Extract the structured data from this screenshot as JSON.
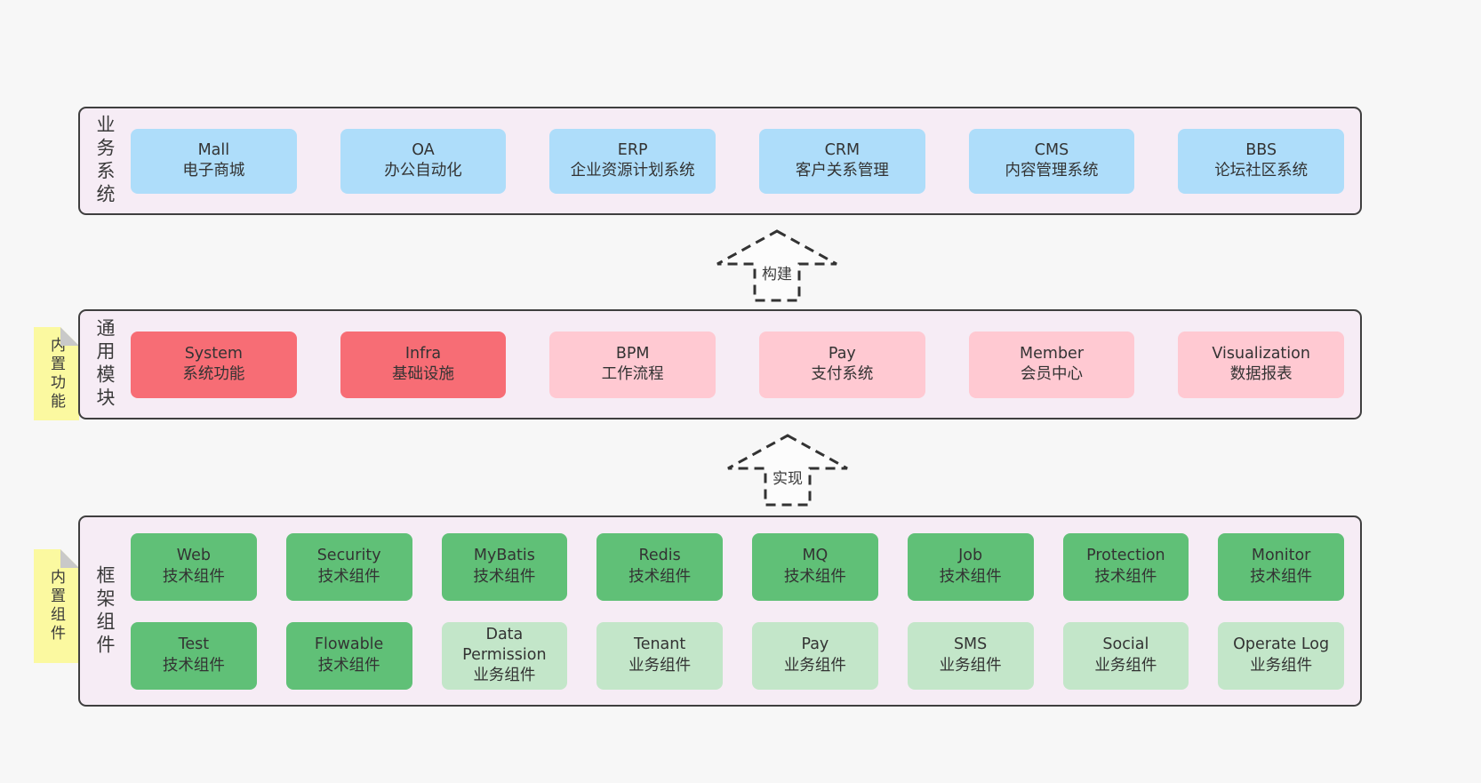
{
  "colors": {
    "page_bg": "#f7f7f7",
    "panel_bg": "#f6ecf5",
    "panel_border": "#3f3f3f",
    "ink": "#3a3a3a",
    "blue": "#aeddfa",
    "red": "#f76d75",
    "pink": "#ffc9d2",
    "green": "#60c077",
    "green_light": "#c3e6c9",
    "yellow": "#fbf9a0",
    "fold": "#c9c9c9",
    "arrow_fill": "#fcfcfc"
  },
  "arrows": [
    {
      "label": "构建"
    },
    {
      "label": "实现"
    }
  ],
  "sections": [
    {
      "id": "business-systems",
      "side_label": "业务系统",
      "note": null,
      "rows": [
        [
          {
            "en": "Mall",
            "zh": "电子商城",
            "color": "blue"
          },
          {
            "en": "OA",
            "zh": "办公自动化",
            "color": "blue"
          },
          {
            "en": "ERP",
            "zh": "企业资源计划系统",
            "color": "blue"
          },
          {
            "en": "CRM",
            "zh": "客户关系管理",
            "color": "blue"
          },
          {
            "en": "CMS",
            "zh": "内容管理系统",
            "color": "blue"
          },
          {
            "en": "BBS",
            "zh": "论坛社区系统",
            "color": "blue"
          }
        ]
      ]
    },
    {
      "id": "common-modules",
      "side_label": "通用模块",
      "note": "内置功能",
      "rows": [
        [
          {
            "en": "System",
            "zh": "系统功能",
            "color": "red"
          },
          {
            "en": "Infra",
            "zh": "基础设施",
            "color": "red"
          },
          {
            "en": "BPM",
            "zh": "工作流程",
            "color": "pink"
          },
          {
            "en": "Pay",
            "zh": "支付系统",
            "color": "pink"
          },
          {
            "en": "Member",
            "zh": "会员中心",
            "color": "pink"
          },
          {
            "en": "Visualization",
            "zh": "数据报表",
            "color": "pink"
          }
        ]
      ]
    },
    {
      "id": "framework-components",
      "side_label": "框架组件",
      "note": "内置组件",
      "rows": [
        [
          {
            "en": "Web",
            "zh": "技术组件",
            "color": "green"
          },
          {
            "en": "Security",
            "zh": "技术组件",
            "color": "green"
          },
          {
            "en": "MyBatis",
            "zh": "技术组件",
            "color": "green"
          },
          {
            "en": "Redis",
            "zh": "技术组件",
            "color": "green"
          },
          {
            "en": "MQ",
            "zh": "技术组件",
            "color": "green"
          },
          {
            "en": "Job",
            "zh": "技术组件",
            "color": "green"
          },
          {
            "en": "Protection",
            "zh": "技术组件",
            "color": "green"
          },
          {
            "en": "Monitor",
            "zh": "技术组件",
            "color": "green"
          }
        ],
        [
          {
            "en": "Test",
            "zh": "技术组件",
            "color": "green"
          },
          {
            "en": "Flowable",
            "zh": "技术组件",
            "color": "green"
          },
          {
            "en": "Data Permission",
            "zh": "业务组件",
            "color": "green_light"
          },
          {
            "en": "Tenant",
            "zh": "业务组件",
            "color": "green_light"
          },
          {
            "en": "Pay",
            "zh": "业务组件",
            "color": "green_light"
          },
          {
            "en": "SMS",
            "zh": "业务组件",
            "color": "green_light"
          },
          {
            "en": "Social",
            "zh": "业务组件",
            "color": "green_light"
          },
          {
            "en": "Operate Log",
            "zh": "业务组件",
            "color": "green_light"
          }
        ]
      ]
    }
  ]
}
